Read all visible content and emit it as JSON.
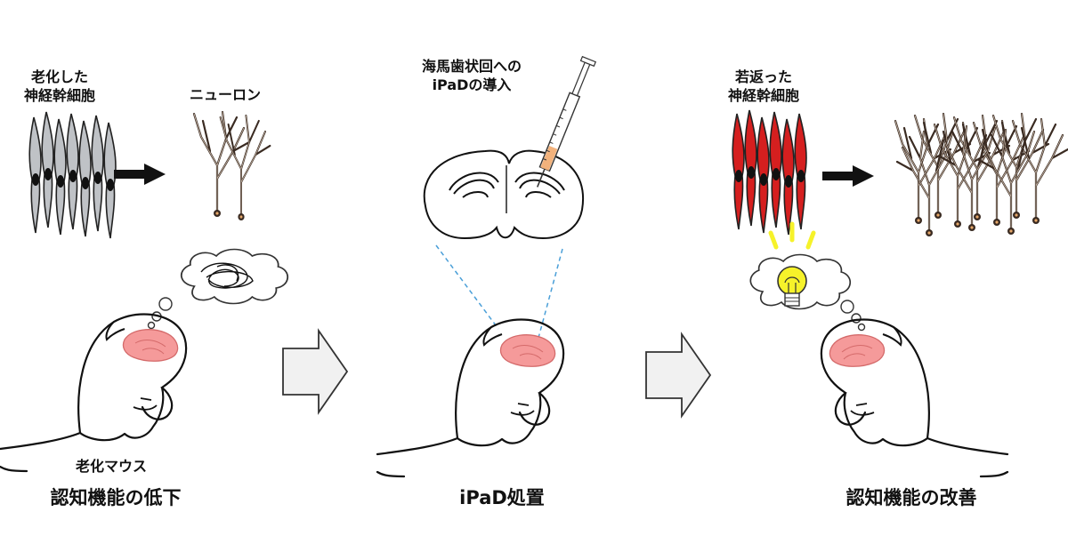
{
  "panels": [
    {
      "old_stem_cells_label": [
        "老化した",
        "神経幹細胞"
      ],
      "neuron_label": "ニューロン",
      "mouse_label": "老化マウス",
      "caption": "認知機能の低下"
    },
    {
      "injection_label": [
        "海馬歯状回への",
        "iPaDの導入"
      ],
      "caption": "iPaD処置"
    },
    {
      "young_stem_cells_label": [
        "若返った",
        "神経幹細胞"
      ],
      "caption": "認知機能の改善"
    }
  ],
  "colors": {
    "old_cell_fill": "#bfc2c6",
    "young_cell_fill": "#d51f1f",
    "brain_fill": "#f59a9a",
    "bulb_yellow": "#f6f22a",
    "dashed_guide": "#4a9fd8",
    "big_arrow_fill": "#f1f1f1",
    "syringe_liquid": "#f2b27c"
  }
}
